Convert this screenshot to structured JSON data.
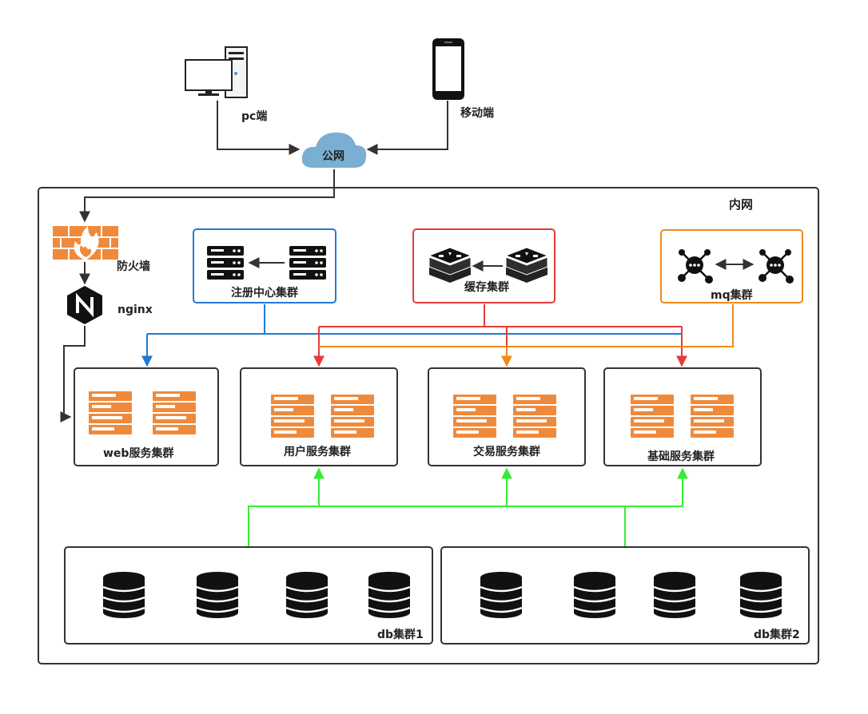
{
  "labels": {
    "pc": "pc端",
    "mobile": "移动端",
    "internet": "公网",
    "intranet": "内网",
    "firewall": "防火墙",
    "nginx": "nginx",
    "registry": "注册中心集群",
    "cache": "缓存集群",
    "mq": "mq集群",
    "web": "web服务集群",
    "user": "用户服务集群",
    "trade": "交易服务集群",
    "base": "基础服务集群",
    "db1": "db集群1",
    "db2": "db集群2"
  },
  "colors": {
    "registry": "#1f7bd6",
    "cache": "#e83a3a",
    "mq": "#ef8a1a",
    "db_link": "#33ee33",
    "server": "#ef8a3c",
    "line": "#333333",
    "cloud": "#7aaed2"
  }
}
